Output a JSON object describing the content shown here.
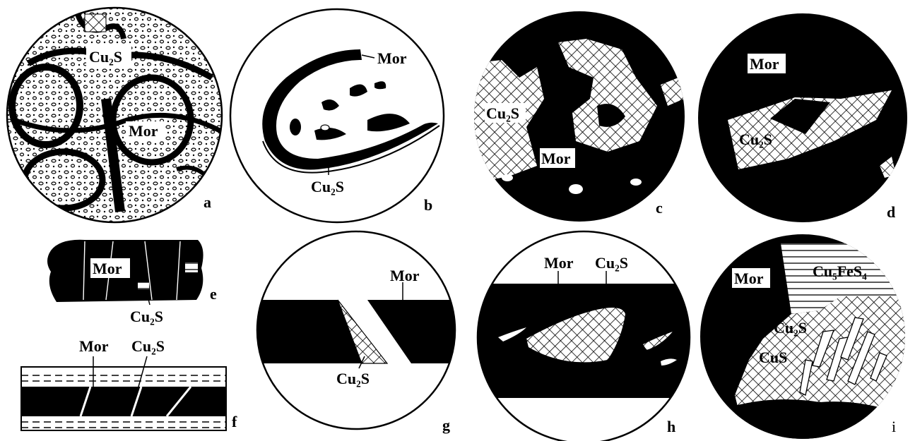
{
  "panels": {
    "a": {
      "letter": "a",
      "mineral_1": "Cu₂S",
      "mineral_2": "Mor"
    },
    "b": {
      "letter": "b",
      "mineral_1": "Mor",
      "mineral_2": "Cu₂S"
    },
    "c": {
      "letter": "c",
      "mineral_1": "Cu₂S",
      "mineral_2": "Mor"
    },
    "d": {
      "letter": "d",
      "mineral_1": "Mor",
      "mineral_2": "Cu₂S"
    },
    "e": {
      "letter": "e",
      "mineral_1": "Mor",
      "mineral_2": "Cu₂S"
    },
    "f": {
      "letter": "f",
      "mineral_1": "Mor",
      "mineral_2": "Cu₂S"
    },
    "g": {
      "letter": "g",
      "mineral_1": "Mor",
      "mineral_2": "Cu₂S"
    },
    "h": {
      "letter": "h",
      "mineral_1": "Mor",
      "mineral_2": "Cu₂S"
    },
    "i": {
      "letter": "i",
      "mineral_1": "Mor",
      "mineral_2": "Cu₅FeS₄",
      "mineral_3": "Cu₂S",
      "mineral_4": "CuS"
    }
  },
  "colors": {
    "ink": "#000000",
    "paper": "#ffffff"
  },
  "legend_patterns": {
    "crosshatch": "Cu₂S / CuS",
    "horizontal-lines": "Cu₅FeS₄",
    "solid-black": "Mor"
  }
}
